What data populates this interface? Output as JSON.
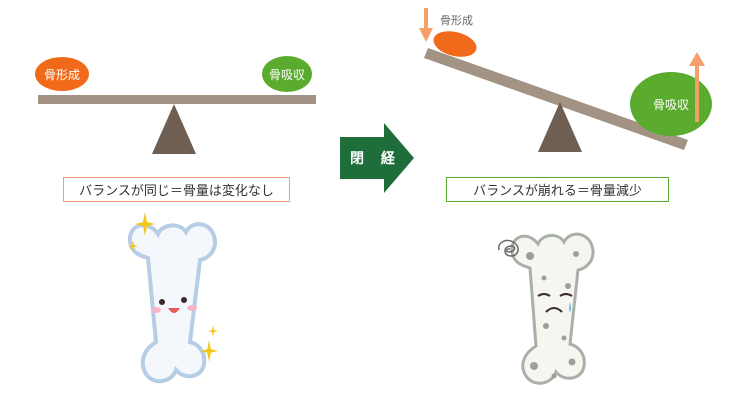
{
  "left_panel": {
    "formation_label": "骨形成",
    "resorption_label": "骨吸収",
    "caption": "バランスが同じ＝骨量は変化なし"
  },
  "center_arrow": {
    "label": "閉 経",
    "color": "#1f6e3a"
  },
  "right_panel": {
    "formation_label": "骨形成",
    "resorption_label": "骨吸収",
    "caption": "バランスが崩れる＝骨量減少"
  },
  "colors": {
    "formation": "#f06a1a",
    "resorption": "#5aab2e",
    "plank": "#a29385",
    "fulcrum": "#6e5f52",
    "left_caption_border": "#f0a070",
    "right_caption_border": "#5aab2e",
    "down_arrow": "#f5a06a",
    "up_arrow": "#f5a06a"
  },
  "icons": {
    "healthy_bone": "happy-bone-icon",
    "weak_bone": "sad-porous-bone-icon",
    "sparkles": "sparkle-icon",
    "dizzy": "scribble-icon"
  }
}
